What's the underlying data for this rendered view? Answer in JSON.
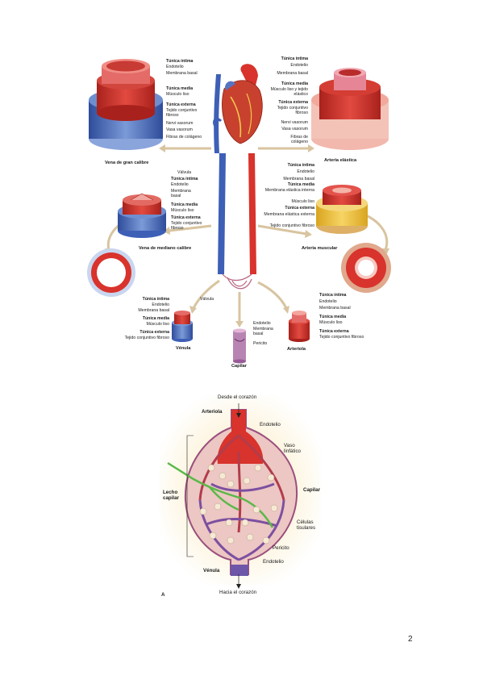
{
  "colors": {
    "artery": "#d8332c",
    "artery_dark": "#a8201c",
    "vein": "#3d5fb6",
    "vein_light": "#8aa4dc",
    "collagen_beige": "#d9c29b",
    "elastic_yellow": "#f2c94c",
    "capillary_purple": "#8a5aa8",
    "lymph_green": "#5bb848",
    "background_glow": "#f7e6b8"
  },
  "vessels": {
    "large_vein": {
      "caption": "Vena de gran calibre",
      "labels": [
        "Túnica íntima",
        "Endotelio",
        "Membrana basal",
        "Túnica media",
        "Músculo liso",
        "Túnica externa",
        "Tejido conjuntivo fibroso",
        "Nervi vasorum",
        "Vasa vasorum",
        "Fibras de colágeno"
      ]
    },
    "elastic_artery": {
      "caption": "Arteria elástica",
      "labels": [
        "Túnica íntima",
        "Endotelio",
        "Membrana basal",
        "Túnica media",
        "Músculo liso y tejido elástico",
        "Túnica externa",
        "Tejido conjuntivo fibroso",
        "Nervi vasorum",
        "Vasa vasorum",
        "Fibras de colágeno"
      ]
    },
    "medium_vein": {
      "caption": "Vena de mediano calibre",
      "labels": [
        "Válvula",
        "Túnica íntima",
        "Endotelio",
        "Membrana basal",
        "Túnica media",
        "Músculo liso",
        "Túnica externa",
        "Tejido conjuntivo fibroso"
      ]
    },
    "muscular_artery": {
      "caption": "Arteria muscular",
      "labels": [
        "Túnica íntima",
        "Endotelio",
        "Membrana basal",
        "Membrana elástica interna",
        "Túnica media",
        "Músculo liso",
        "Túnica externa",
        "Membrana elástica externa",
        "Tejido conjuntivo fibroso"
      ]
    },
    "venule": {
      "caption": "Vénula",
      "labels": [
        "Túnica íntima",
        "Válvula",
        "Endotelio",
        "Membrana basal",
        "Túnica media",
        "Músculo liso",
        "Túnica externa",
        "Tejido conjuntivo fibroso"
      ]
    },
    "capillary": {
      "caption": "Capilar",
      "labels": [
        "Endotelio",
        "Membrana basal",
        "Pericito"
      ]
    },
    "arteriole": {
      "caption": "Arteriola",
      "labels": [
        "Túnica íntima",
        "Endotelio",
        "Membrana basal",
        "Túnica media",
        "Músculo liso",
        "Túnica externa",
        "Tejido conjuntivo fibroso"
      ]
    }
  },
  "capillary_bed": {
    "from_heart": "Desde el corazón",
    "to_heart": "Hacia el corazón",
    "arteriole": "Arteriola",
    "endothelium_top": "Endotelio",
    "lymph_vessel": "Vaso linfático",
    "bed": "Lecho capilar",
    "capillary": "Capilar",
    "tissue_cells": "Células tisulares",
    "pericyte": "Pericito",
    "endothelium_bottom": "Endotelio",
    "venule": "Vénula",
    "panel_letter": "A"
  },
  "page_number": "2"
}
